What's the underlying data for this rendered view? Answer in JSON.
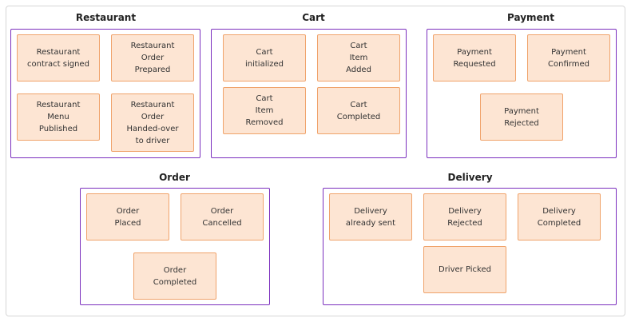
{
  "groups": {
    "restaurant": {
      "title": "Restaurant",
      "events": [
        "Restaurant\ncontract signed",
        "Restaurant\nOrder\nPrepared",
        "Restaurant\nMenu\nPublished",
        "Restaurant\nOrder\nHanded-over\nto driver"
      ]
    },
    "cart": {
      "title": "Cart",
      "events": [
        "Cart\ninitialized",
        "Cart\nItem\nAdded",
        "Cart\nItem\nRemoved",
        "Cart\nCompleted"
      ]
    },
    "payment": {
      "title": "Payment",
      "events": [
        "Payment\nRequested",
        "Payment\nConfirmed",
        "Payment\nRejected"
      ]
    },
    "order": {
      "title": "Order",
      "events": [
        "Order\nPlaced",
        "Order\nCancelled",
        "Order\nCompleted"
      ]
    },
    "delivery": {
      "title": "Delivery",
      "events": [
        "Delivery\nalready sent",
        "Delivery\nRejected",
        "Delivery\nCompleted",
        "Driver Picked"
      ]
    }
  },
  "colors": {
    "group_border": "#7b2fbe",
    "event_fill": "#fde5d3",
    "event_border": "#f0a36b",
    "frame_border": "#d6d6d6"
  }
}
